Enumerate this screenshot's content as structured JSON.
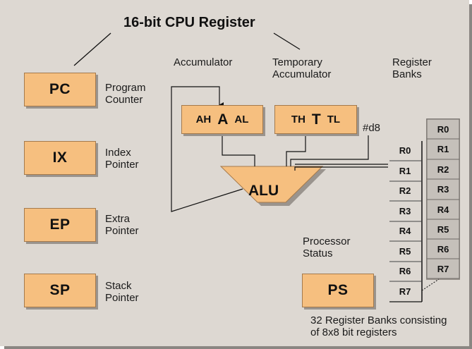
{
  "title": "16-bit CPU Register",
  "registers": [
    {
      "abbr": "PC",
      "desc_lines": [
        "Program",
        "Counter"
      ]
    },
    {
      "abbr": "IX",
      "desc_lines": [
        "Index",
        "Pointer"
      ]
    },
    {
      "abbr": "EP",
      "desc_lines": [
        "Extra",
        "Pointer"
      ]
    },
    {
      "abbr": "SP",
      "desc_lines": [
        "Stack",
        "Pointer"
      ]
    }
  ],
  "accumulator": {
    "label": "Accumulator",
    "high": "AH",
    "main": "A",
    "low": "AL"
  },
  "temporary": {
    "label_lines": [
      "Temporary",
      "Accumulator"
    ],
    "high": "TH",
    "main": "T",
    "low": "TL"
  },
  "immediate": "#d8",
  "alu": "ALU",
  "register_banks_label": [
    "Register",
    "Banks"
  ],
  "processor_status": {
    "label_lines": [
      "Processor",
      "Status"
    ],
    "abbr": "PS"
  },
  "bank_registers": [
    "R0",
    "R1",
    "R2",
    "R3",
    "R4",
    "R5",
    "R6",
    "R7"
  ],
  "footnote_lines": [
    "32 Register Banks consisting",
    "of 8x8 bit registers"
  ],
  "colors": {
    "register_fill": "#f6bf7f",
    "background": "#ddd8d2",
    "shadow": "#9a948e"
  }
}
